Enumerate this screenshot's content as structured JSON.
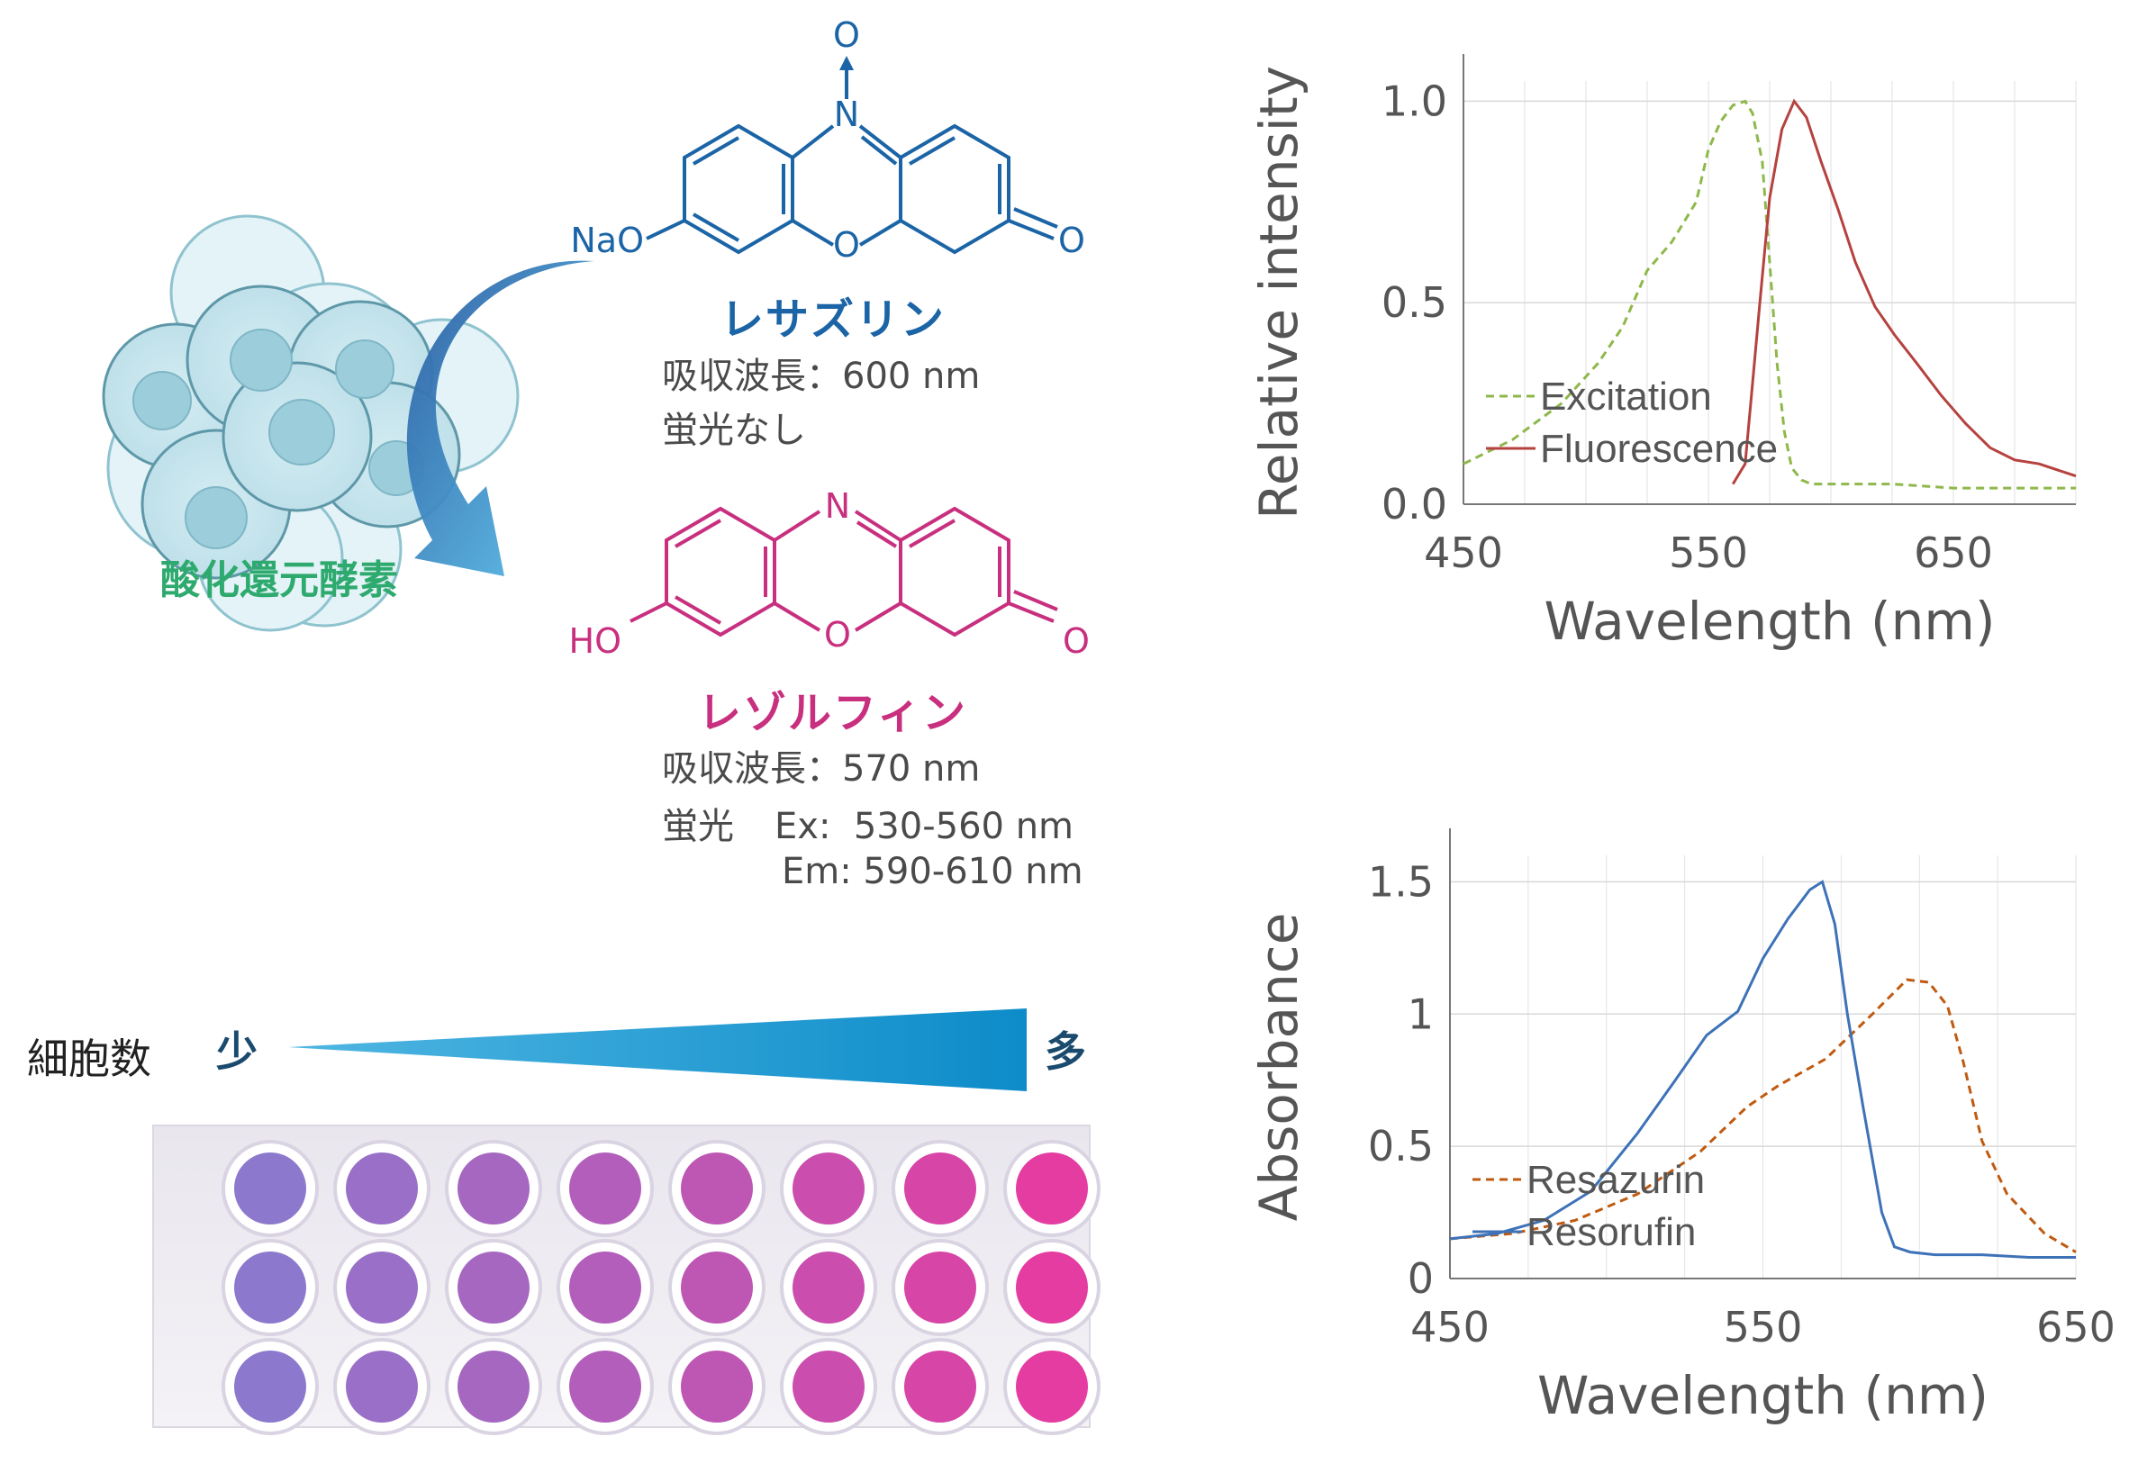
{
  "enzyme_label": "酸化還元酵素",
  "resazurin": {
    "name": "レサズリン",
    "absorption": "吸収波長：600 nm",
    "fluorescence": "蛍光なし",
    "atoms": {
      "top_o": "O",
      "n": "N",
      "ring_o": "O",
      "keto_o": "O",
      "nao": "NaO"
    }
  },
  "resorufin": {
    "name": "レゾルフィン",
    "absorption": "吸収波長：570 nm",
    "fluorescence_label": "蛍光",
    "ex": "Ex:  530-560 nm",
    "em": "Em: 590-610 nm",
    "atoms": {
      "n": "N",
      "ring_o": "O",
      "keto_o": "O",
      "ho": "HO"
    }
  },
  "cell_gradient": {
    "label": "細胞数",
    "low": "少",
    "high": "多"
  },
  "colors": {
    "resazurin": "#1b64a6",
    "resorufin": "#c8307f",
    "enzyme": "#2eaa6e",
    "arrow": "#3a8fd6"
  },
  "chart_data": [
    {
      "type": "line",
      "xlabel": "Wavelength (nm)",
      "ylabel": "Relative intensity",
      "xlim": [
        450,
        700
      ],
      "ylim": [
        0,
        1.05
      ],
      "xticks": [
        450,
        550,
        650
      ],
      "yticks": [
        0.0,
        0.5,
        1.0
      ],
      "ytick_labels": [
        "0.0",
        "0.5",
        "1.0"
      ],
      "grid": true,
      "legend": "bottom-left",
      "series": [
        {
          "name": "Excitation",
          "style": "dashed",
          "color": "#8fb84a",
          "x": [
            450,
            470,
            490,
            505,
            515,
            525,
            535,
            545,
            550,
            555,
            560,
            565,
            568,
            572,
            575,
            578,
            581,
            584,
            588,
            592,
            600,
            610,
            625,
            650,
            700
          ],
          "y": [
            0.1,
            0.16,
            0.25,
            0.35,
            0.44,
            0.58,
            0.65,
            0.75,
            0.88,
            0.95,
            0.99,
            1.0,
            0.97,
            0.85,
            0.6,
            0.35,
            0.18,
            0.09,
            0.06,
            0.05,
            0.05,
            0.05,
            0.05,
            0.04,
            0.04
          ]
        },
        {
          "name": "Fluorescence",
          "style": "solid",
          "color": "#b5423f",
          "x": [
            560,
            565,
            568,
            571,
            575,
            580,
            585,
            590,
            596,
            603,
            610,
            618,
            626,
            635,
            645,
            655,
            665,
            675,
            685,
            700
          ],
          "y": [
            0.05,
            0.1,
            0.3,
            0.5,
            0.76,
            0.93,
            1.0,
            0.96,
            0.85,
            0.73,
            0.6,
            0.49,
            0.42,
            0.35,
            0.27,
            0.2,
            0.14,
            0.11,
            0.1,
            0.07
          ]
        }
      ]
    },
    {
      "type": "line",
      "xlabel": "Wavelength (nm)",
      "ylabel": "Absorbance",
      "xlim": [
        450,
        650
      ],
      "ylim": [
        0,
        1.6
      ],
      "xticks": [
        450,
        550,
        650
      ],
      "yticks": [
        0,
        0.5,
        1,
        1.5
      ],
      "ytick_labels": [
        "0",
        "0.5",
        "1",
        "1.5"
      ],
      "grid": true,
      "legend": "bottom-left",
      "series": [
        {
          "name": "Resazurin",
          "style": "dashed",
          "color": "#c05a10",
          "x": [
            450,
            470,
            490,
            510,
            530,
            545,
            555,
            570,
            585,
            596,
            603,
            609,
            614,
            620,
            628,
            640,
            650
          ],
          "y": [
            0.15,
            0.17,
            0.22,
            0.32,
            0.48,
            0.65,
            0.73,
            0.83,
            1.0,
            1.13,
            1.12,
            1.03,
            0.82,
            0.52,
            0.32,
            0.17,
            0.1
          ]
        },
        {
          "name": "Resorufin",
          "style": "solid",
          "color": "#3d72b8",
          "x": [
            450,
            465,
            480,
            495,
            510,
            522,
            532,
            542,
            550,
            558,
            565,
            569,
            573,
            577,
            582,
            588,
            592,
            597,
            605,
            620,
            635,
            650
          ],
          "y": [
            0.15,
            0.17,
            0.22,
            0.33,
            0.55,
            0.75,
            0.92,
            1.01,
            1.21,
            1.36,
            1.47,
            1.5,
            1.34,
            1.0,
            0.65,
            0.25,
            0.12,
            0.1,
            0.09,
            0.09,
            0.08,
            0.08
          ]
        }
      ]
    }
  ]
}
